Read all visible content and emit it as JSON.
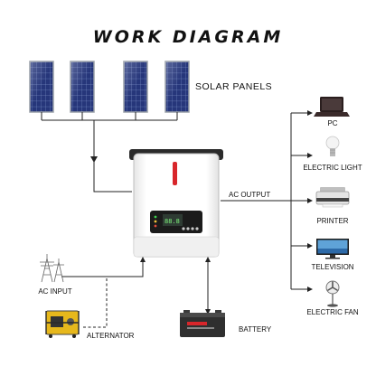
{
  "title": "WORK DIAGRAM",
  "labels": {
    "solar_panels": "SOLAR PANELS",
    "ac_output": "AC OUTPUT",
    "ac_input": "AC INPUT",
    "alternator": "ALTERNATOR",
    "battery": "BATTERY"
  },
  "devices": [
    {
      "label": "PC",
      "icon": "laptop-icon"
    },
    {
      "label": "ELECTRIC LIGHT",
      "icon": "light-bulb-icon"
    },
    {
      "label": "PRINTER",
      "icon": "printer-icon"
    },
    {
      "label": "TELEVISION",
      "icon": "television-icon"
    },
    {
      "label": "ELECTRIC FAN",
      "icon": "electric-fan-icon"
    }
  ],
  "colors": {
    "line": "#222222",
    "inverter_body": "#f7f7f7",
    "inverter_accent": "#d8262b",
    "panel": "#26367a",
    "generator": "#e7b81c"
  }
}
